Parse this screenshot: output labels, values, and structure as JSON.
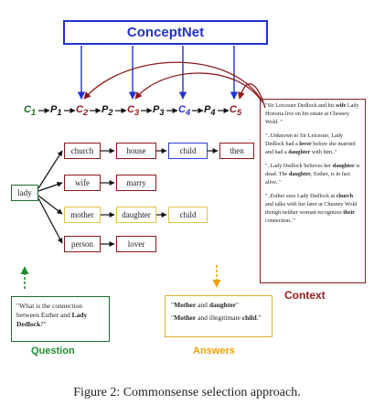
{
  "conceptnet": {
    "label": "ConceptNet"
  },
  "chain": [
    {
      "text": "C",
      "sub": "1",
      "color": "#1f6b2a"
    },
    {
      "text": "P",
      "sub": "1",
      "color": "#111111"
    },
    {
      "text": "C",
      "sub": "2",
      "color": "#8b1a1a"
    },
    {
      "text": "P",
      "sub": "2",
      "color": "#111111"
    },
    {
      "text": "C",
      "sub": "3",
      "color": "#8b1a1a"
    },
    {
      "text": "P",
      "sub": "3",
      "color": "#111111"
    },
    {
      "text": "C",
      "sub": "4",
      "color": "#2233cc"
    },
    {
      "text": "P",
      "sub": "4",
      "color": "#111111"
    },
    {
      "text": "C",
      "sub": "5",
      "color": "#8b1a1a"
    }
  ],
  "graph": {
    "root": "lady",
    "rows": [
      [
        "church",
        "house",
        "child",
        "then"
      ],
      [
        "wife",
        "marry"
      ],
      [
        "mother",
        "daughter",
        "child"
      ],
      [
        "person",
        "lover"
      ]
    ]
  },
  "context": {
    "title": "Context",
    "paragraphs": [
      {
        "pre": "\"Sir Leicester Dedlock and his ",
        "b1": "wife",
        "mid": " Lady Honoria live on his estate at Chesney Wold. \"",
        "b2": "",
        "post": ""
      },
      {
        "pre": "\"..Unknown to Sir Leicester, Lady Dedlock had a ",
        "b1": "lover",
        "mid": " before she married and had a ",
        "b2": "daughter",
        "post": " with him..\""
      },
      {
        "pre": "\"..Lady Dedlock believes her ",
        "b1": "daughter",
        "mid": " is dead. The ",
        "b2": "daughter",
        "post": ", Esther, is in fact alive..\""
      },
      {
        "pre": "\"..Esther sees Lady Dedlock at ",
        "b1": "church",
        "mid": " and talks with her later at Chesney Wold though neither woman recognizes ",
        "b2": "their",
        "post": " connection..\""
      }
    ]
  },
  "question": {
    "title": "Question",
    "pre": "\"What is the connection between Esther and ",
    "bold": "Lady Dedlock",
    "post": "?\""
  },
  "answers": {
    "title": "Answers",
    "a1": {
      "q1": "\"",
      "b1": "Mother",
      "mid": " and ",
      "b2": "daughter",
      "post": "\""
    },
    "a2": {
      "q1": "\"",
      "b1": "Mother",
      "mid": " and illegitimate ",
      "b2": "child",
      "post": ".\""
    }
  },
  "caption": "Figure 2: Commonsense selection approach."
}
